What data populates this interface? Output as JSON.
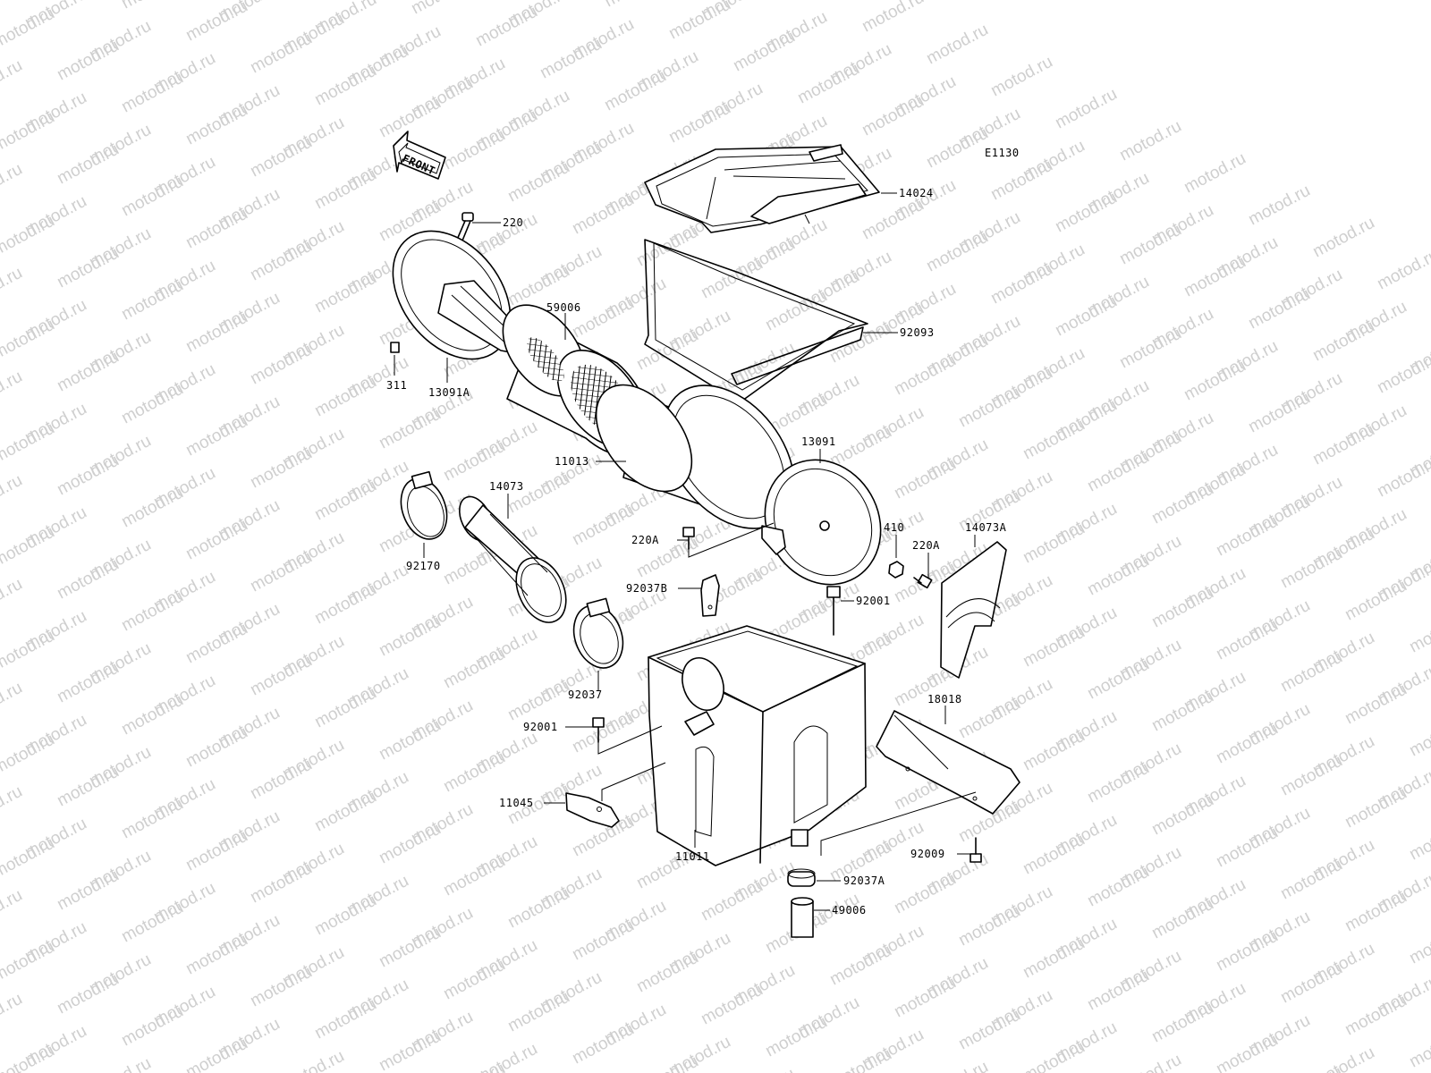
{
  "diagram": {
    "code": "E1130",
    "front_label": "FRONT",
    "watermark": "motod.ru",
    "parts": [
      {
        "id": "14024",
        "label": "14024"
      },
      {
        "id": "220",
        "label": "220"
      },
      {
        "id": "92093",
        "label": "92093"
      },
      {
        "id": "59006",
        "label": "59006"
      },
      {
        "id": "311",
        "label": "311"
      },
      {
        "id": "13091A",
        "label": "13091A"
      },
      {
        "id": "11013",
        "label": "11013"
      },
      {
        "id": "13091",
        "label": "13091"
      },
      {
        "id": "14073",
        "label": "14073"
      },
      {
        "id": "92170",
        "label": "92170"
      },
      {
        "id": "220A_left",
        "label": "220A"
      },
      {
        "id": "410",
        "label": "410"
      },
      {
        "id": "220A_right",
        "label": "220A"
      },
      {
        "id": "14073A",
        "label": "14073A"
      },
      {
        "id": "92037B",
        "label": "92037B"
      },
      {
        "id": "92001_right",
        "label": "92001"
      },
      {
        "id": "92037",
        "label": "92037"
      },
      {
        "id": "18018",
        "label": "18018"
      },
      {
        "id": "92001_left",
        "label": "92001"
      },
      {
        "id": "11045",
        "label": "11045"
      },
      {
        "id": "11011",
        "label": "11011"
      },
      {
        "id": "92009",
        "label": "92009"
      },
      {
        "id": "92037A",
        "label": "92037A"
      },
      {
        "id": "49006",
        "label": "49006"
      }
    ]
  }
}
